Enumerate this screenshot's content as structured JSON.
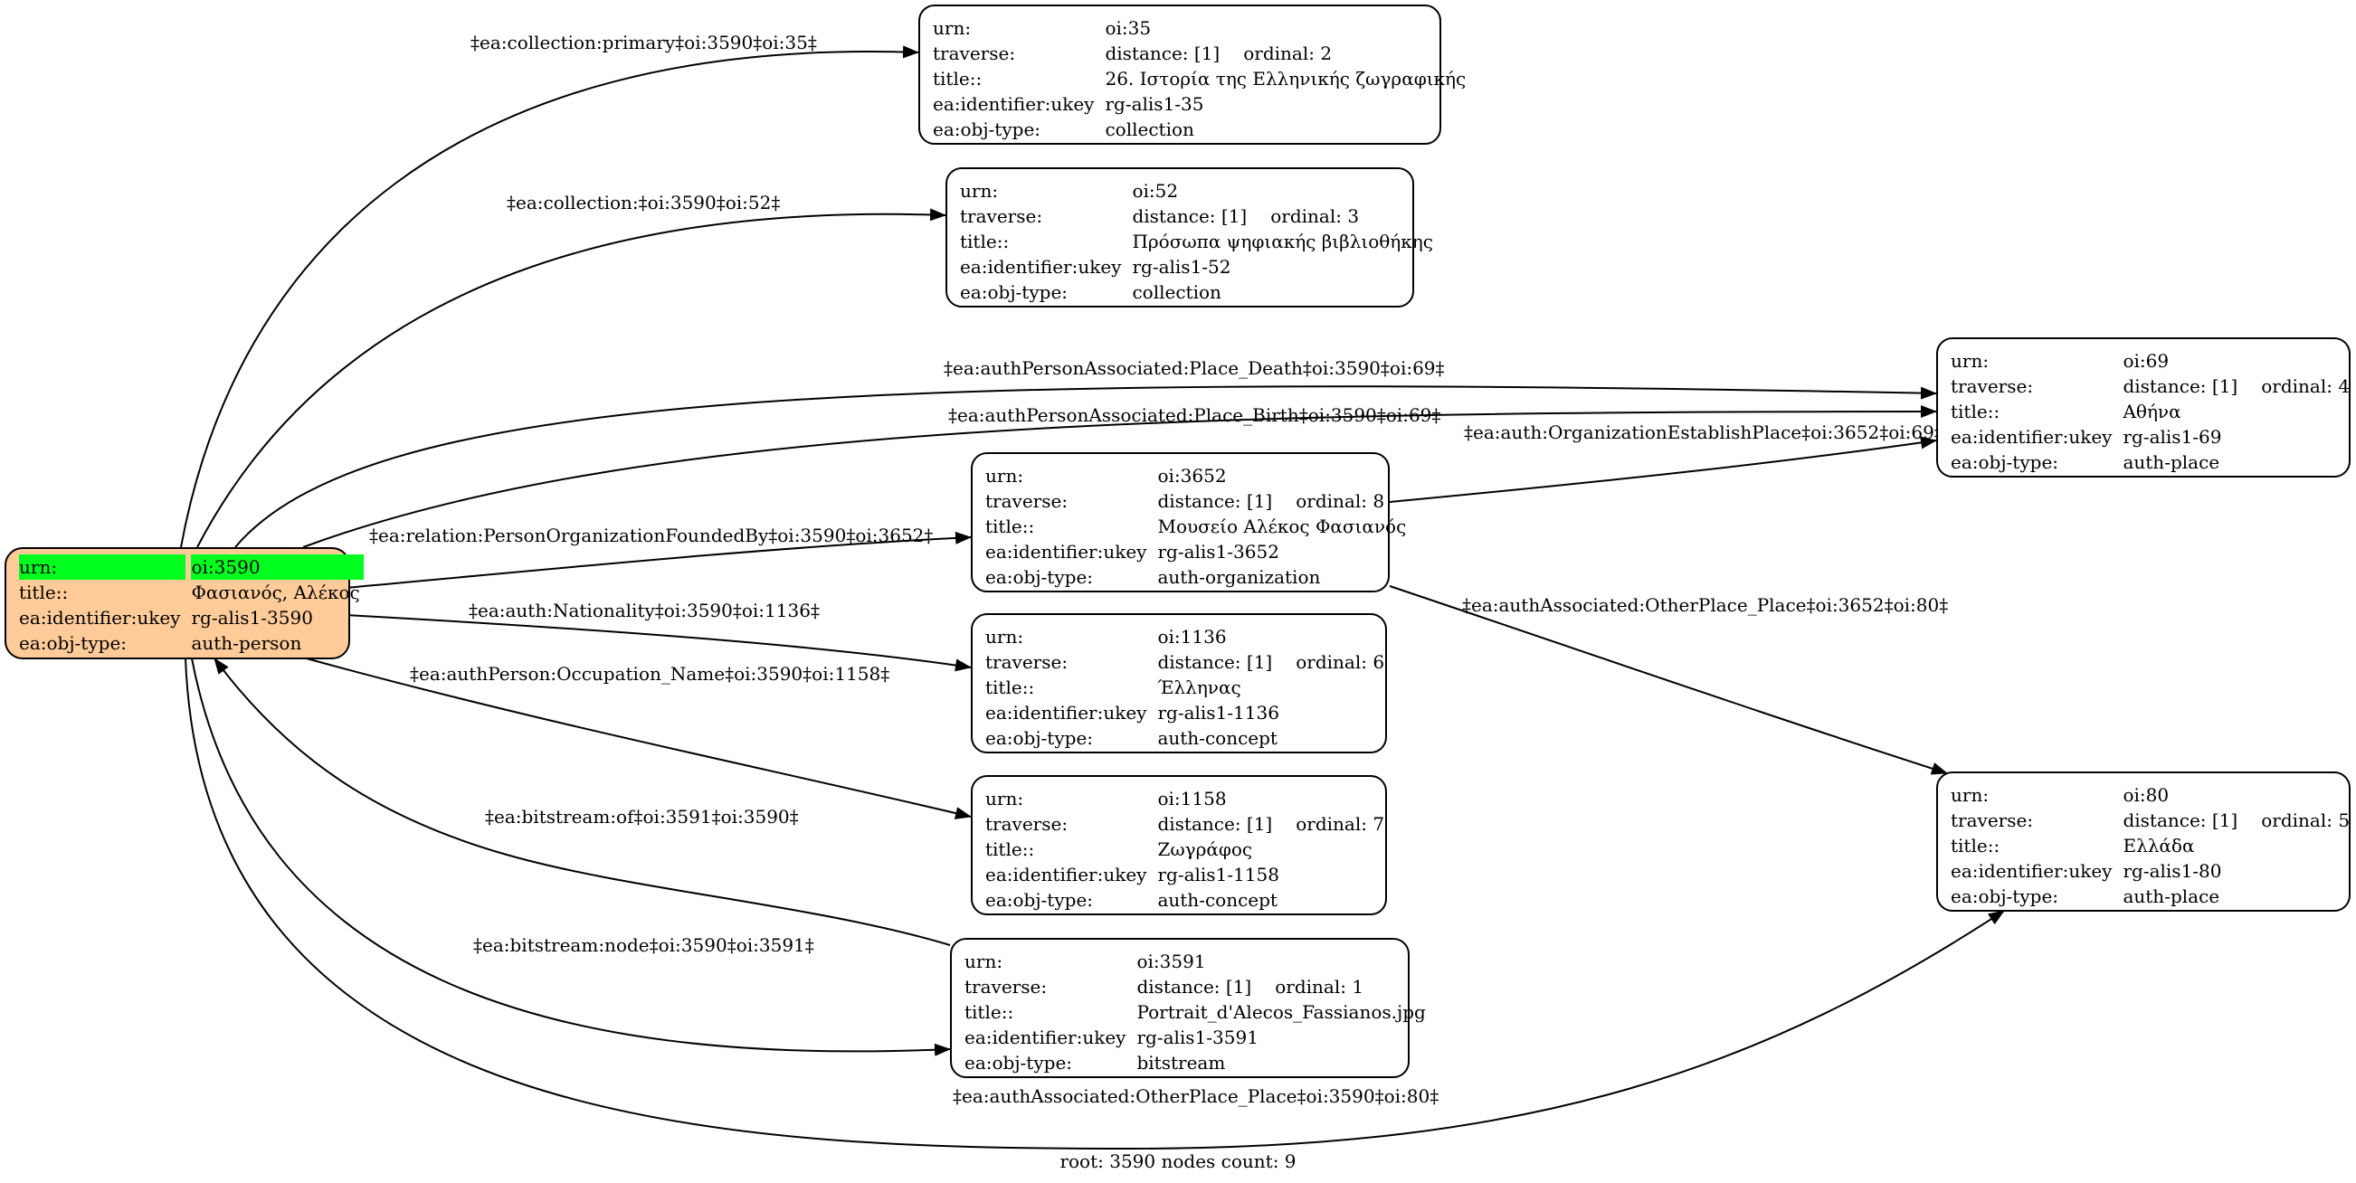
{
  "root_node": {
    "rows": [
      {
        "key": "urn:",
        "value": "oi:3590"
      },
      {
        "key": "title::",
        "value": "Φασιανός, Αλέκος"
      },
      {
        "key": "ea:identifier:ukey",
        "value": "rg-alis1-3590"
      },
      {
        "key": "ea:obj-type:",
        "value": "auth-person"
      }
    ],
    "highlight_color": "#00ff1e",
    "fill_color": "#ffcc99"
  },
  "nodes": [
    {
      "id": "n35",
      "urn": "oi:35",
      "distance": "distance: [1]",
      "ordinal": "ordinal: 2",
      "title": "26. Ιστορία της Ελληνικής ζωγραφικής",
      "ukey": "rg-alis1-35",
      "objtype": "collection"
    },
    {
      "id": "n52",
      "urn": "oi:52",
      "distance": "distance: [1]",
      "ordinal": "ordinal: 3",
      "title": "Πρόσωπα ψηφιακής βιβλιοθήκης",
      "ukey": "rg-alis1-52",
      "objtype": "collection"
    },
    {
      "id": "n69",
      "urn": "oi:69",
      "distance": "distance: [1]",
      "ordinal": "ordinal: 4",
      "title": "Αθήνα",
      "ukey": "rg-alis1-69",
      "objtype": "auth-place"
    },
    {
      "id": "n3652",
      "urn": "oi:3652",
      "distance": "distance: [1]",
      "ordinal": "ordinal: 8",
      "title": "Μουσείο Αλέκος Φασιανός",
      "ukey": "rg-alis1-3652",
      "objtype": "auth-organization"
    },
    {
      "id": "n1136",
      "urn": "oi:1136",
      "distance": "distance: [1]",
      "ordinal": "ordinal: 6",
      "title": "Έλληνας",
      "ukey": "rg-alis1-1136",
      "objtype": "auth-concept"
    },
    {
      "id": "n1158",
      "urn": "oi:1158",
      "distance": "distance: [1]",
      "ordinal": "ordinal: 7",
      "title": "Ζωγράφος",
      "ukey": "rg-alis1-1158",
      "objtype": "auth-concept"
    },
    {
      "id": "n80",
      "urn": "oi:80",
      "distance": "distance: [1]",
      "ordinal": "ordinal: 5",
      "title": "Ελλάδα",
      "ukey": "rg-alis1-80",
      "objtype": "auth-place"
    },
    {
      "id": "n3591",
      "urn": "oi:3591",
      "distance": "distance: [1]",
      "ordinal": "ordinal: 1",
      "title": "Portrait_d'Alecos_Fassianos.jpg",
      "ukey": "rg-alis1-3591",
      "objtype": "bitstream"
    }
  ],
  "keys": {
    "urn": "urn:",
    "traverse": "traverse:",
    "title": "title::",
    "ukey": "ea:identifier:ukey",
    "objtype": "ea:obj-type:"
  },
  "edges": [
    {
      "id": "e-collection-primary",
      "label": "‡ea:collection:primary‡oi:3590‡oi:35‡"
    },
    {
      "id": "e-collection",
      "label": "‡ea:collection:‡oi:3590‡oi:52‡"
    },
    {
      "id": "e-place-death",
      "label": "‡ea:authPersonAssociated:Place_Death‡oi:3590‡oi:69‡"
    },
    {
      "id": "e-place-birth",
      "label": "‡ea:authPersonAssociated:Place_Birth‡oi:3590‡oi:69‡"
    },
    {
      "id": "e-org-establish",
      "label": "‡ea:auth:OrganizationEstablishPlace‡oi:3652‡oi:69‡"
    },
    {
      "id": "e-org-founded",
      "label": "‡ea:relation:PersonOrganizationFoundedBy‡oi:3590‡oi:3652‡"
    },
    {
      "id": "e-org-otherplace",
      "label": "‡ea:authAssociated:OtherPlace_Place‡oi:3652‡oi:80‡"
    },
    {
      "id": "e-nationality",
      "label": "‡ea:auth:Nationality‡oi:3590‡oi:1136‡"
    },
    {
      "id": "e-occupation",
      "label": "‡ea:authPerson:Occupation_Name‡oi:3590‡oi:1158‡"
    },
    {
      "id": "e-bitstream-of",
      "label": "‡ea:bitstream:of‡oi:3591‡oi:3590‡"
    },
    {
      "id": "e-bitstream-node",
      "label": "‡ea:bitstream:node‡oi:3590‡oi:3591‡"
    },
    {
      "id": "e-person-otherplace",
      "label": "‡ea:authAssociated:OtherPlace_Place‡oi:3590‡oi:80‡"
    }
  ],
  "footer": "root: 3590 nodes count: 9"
}
